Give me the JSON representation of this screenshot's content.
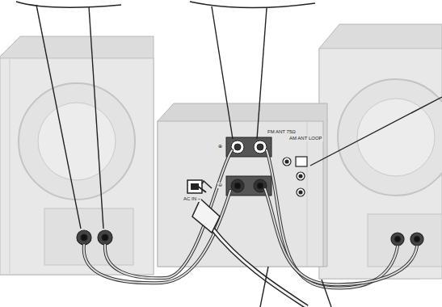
{
  "diagram": {
    "labels": [
      "⊕",
      "⊖",
      "FM ANT 75Ω",
      "AM ANT LOOP",
      "AC IN ~"
    ]
  }
}
